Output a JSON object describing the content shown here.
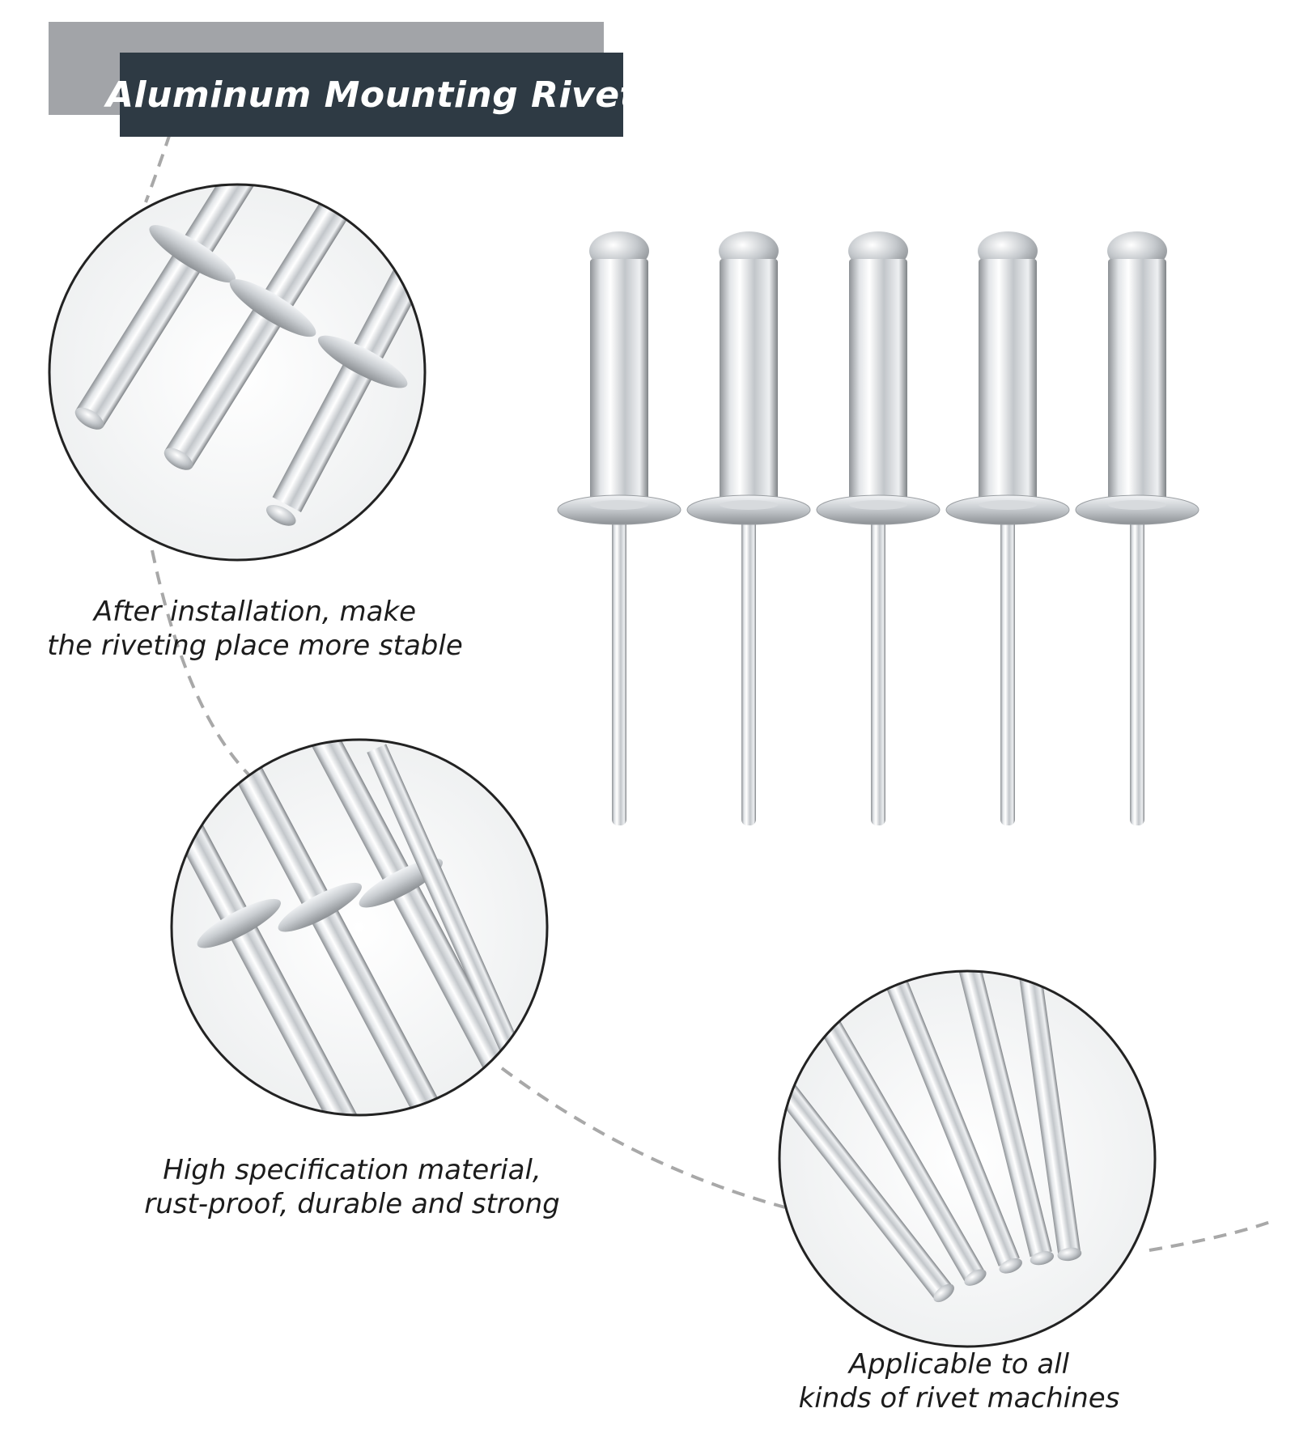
{
  "title": "Aluminum Mounting Rivet",
  "features": [
    {
      "lines": [
        "After installation, make",
        "the riveting place more stable"
      ]
    },
    {
      "lines": [
        "High specification material,",
        "rust-proof, durable and strong"
      ]
    },
    {
      "lines": [
        "Applicable to all",
        "kinds of rivet machines"
      ]
    }
  ],
  "colors": {
    "title_bar": "#2e3a44",
    "title_accent": "#a2a4a8",
    "caption_text": "#1c1c1c",
    "connector_line": "#a8a8a8"
  }
}
